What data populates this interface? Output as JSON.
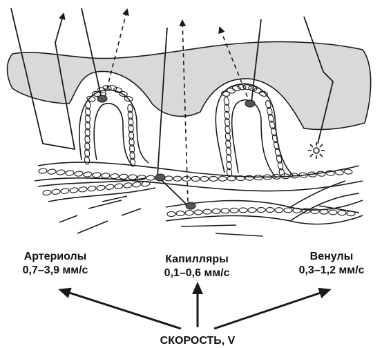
{
  "labels": {
    "arterioles": {
      "name": "Артериолы",
      "speed": "0,7–3,9 мм/с"
    },
    "capillaries": {
      "name": "Капилляры",
      "speed": "0,1–0,6 мм/с"
    },
    "venules": {
      "name": "Венулы",
      "speed": "0,3–1,2 мм/с"
    },
    "speed_title": "СКОРОСТЬ, V"
  },
  "colors": {
    "tissue_fill": "#d9d9d9",
    "stroke": "#1a1a1a",
    "probe_tip": "#555555"
  }
}
